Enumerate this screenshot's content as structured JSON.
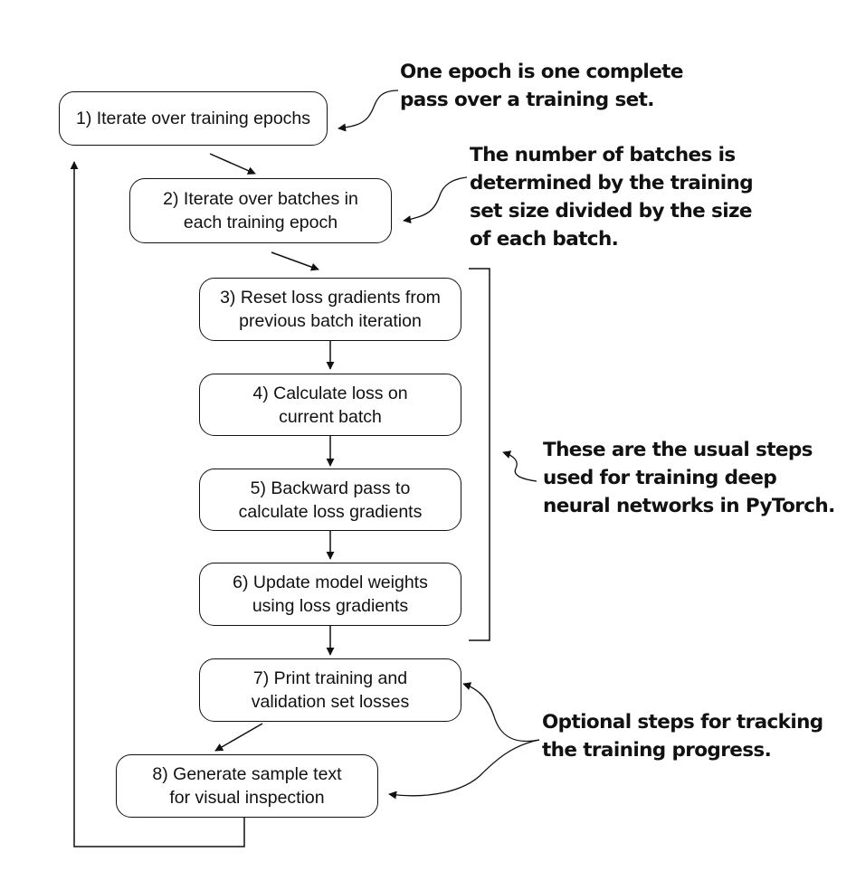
{
  "steps": [
    {
      "id": "1",
      "text": "1) Iterate over training epochs"
    },
    {
      "id": "2",
      "text": "2) Iterate over batches in\neach training epoch"
    },
    {
      "id": "3",
      "text": "3) Reset loss gradients from\nprevious batch iteration"
    },
    {
      "id": "4",
      "text": "4) Calculate loss on\ncurrent batch"
    },
    {
      "id": "5",
      "text": "5) Backward pass to\ncalculate loss gradients"
    },
    {
      "id": "6",
      "text": "6) Update model weights\nusing loss gradients"
    },
    {
      "id": "7",
      "text": "7) Print training and\nvalidation set losses"
    },
    {
      "id": "8",
      "text": "8) Generate sample text\nfor visual inspection"
    }
  ],
  "annotations": {
    "epoch_note": "One epoch is one complete\npass over a training set.",
    "batches_note": "The number of batches is\ndetermined by the training\nset size divided by the size\nof each batch.",
    "usual_steps_note": "These are the usual steps\nused for training deep\nneural networks in PyTorch.",
    "optional_note": "Optional steps for tracking\nthe training progress."
  },
  "colors": {
    "line": "#111111",
    "background": "#ffffff"
  }
}
